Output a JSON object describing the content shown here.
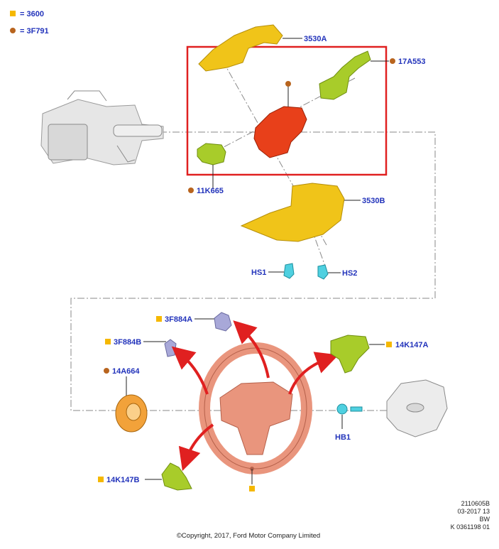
{
  "legend": {
    "square_label": "= 3600",
    "dot_label": "= 3F791"
  },
  "labels": {
    "upper_shroud": "3530A",
    "wiper_switch": "17A553",
    "lighting_switch": "11K665",
    "lower_shroud": "3530B",
    "screw_1": "HS1",
    "screw_2": "HS2",
    "switch_a": "3F884A",
    "switch_b": "3F884B",
    "clockspring": "14A664",
    "control_right": "14K147A",
    "control_left": "14K147B",
    "airbag_bolt": "HB1"
  },
  "info": {
    "line1": "2110605B",
    "line2": "03-2017 13",
    "line3": "BW",
    "line4": "K 0361198 01"
  },
  "copyright": "©Copyright, 2017, Ford Motor Company Limited",
  "colors": {
    "square_marker": "#f5b800",
    "dot_marker": "#b8641e",
    "label_text": "#2233bb",
    "highlight_box": "#e02020",
    "arrow": "#e02020",
    "shroud": "#f0c419",
    "switch_green": "#a8cc2a",
    "switch_module": "#e8401a",
    "wheel": "#e9957d",
    "clockspring": "#f2a23a",
    "screw": "#4fd0e0",
    "small_switch": "#a8a8d8"
  }
}
